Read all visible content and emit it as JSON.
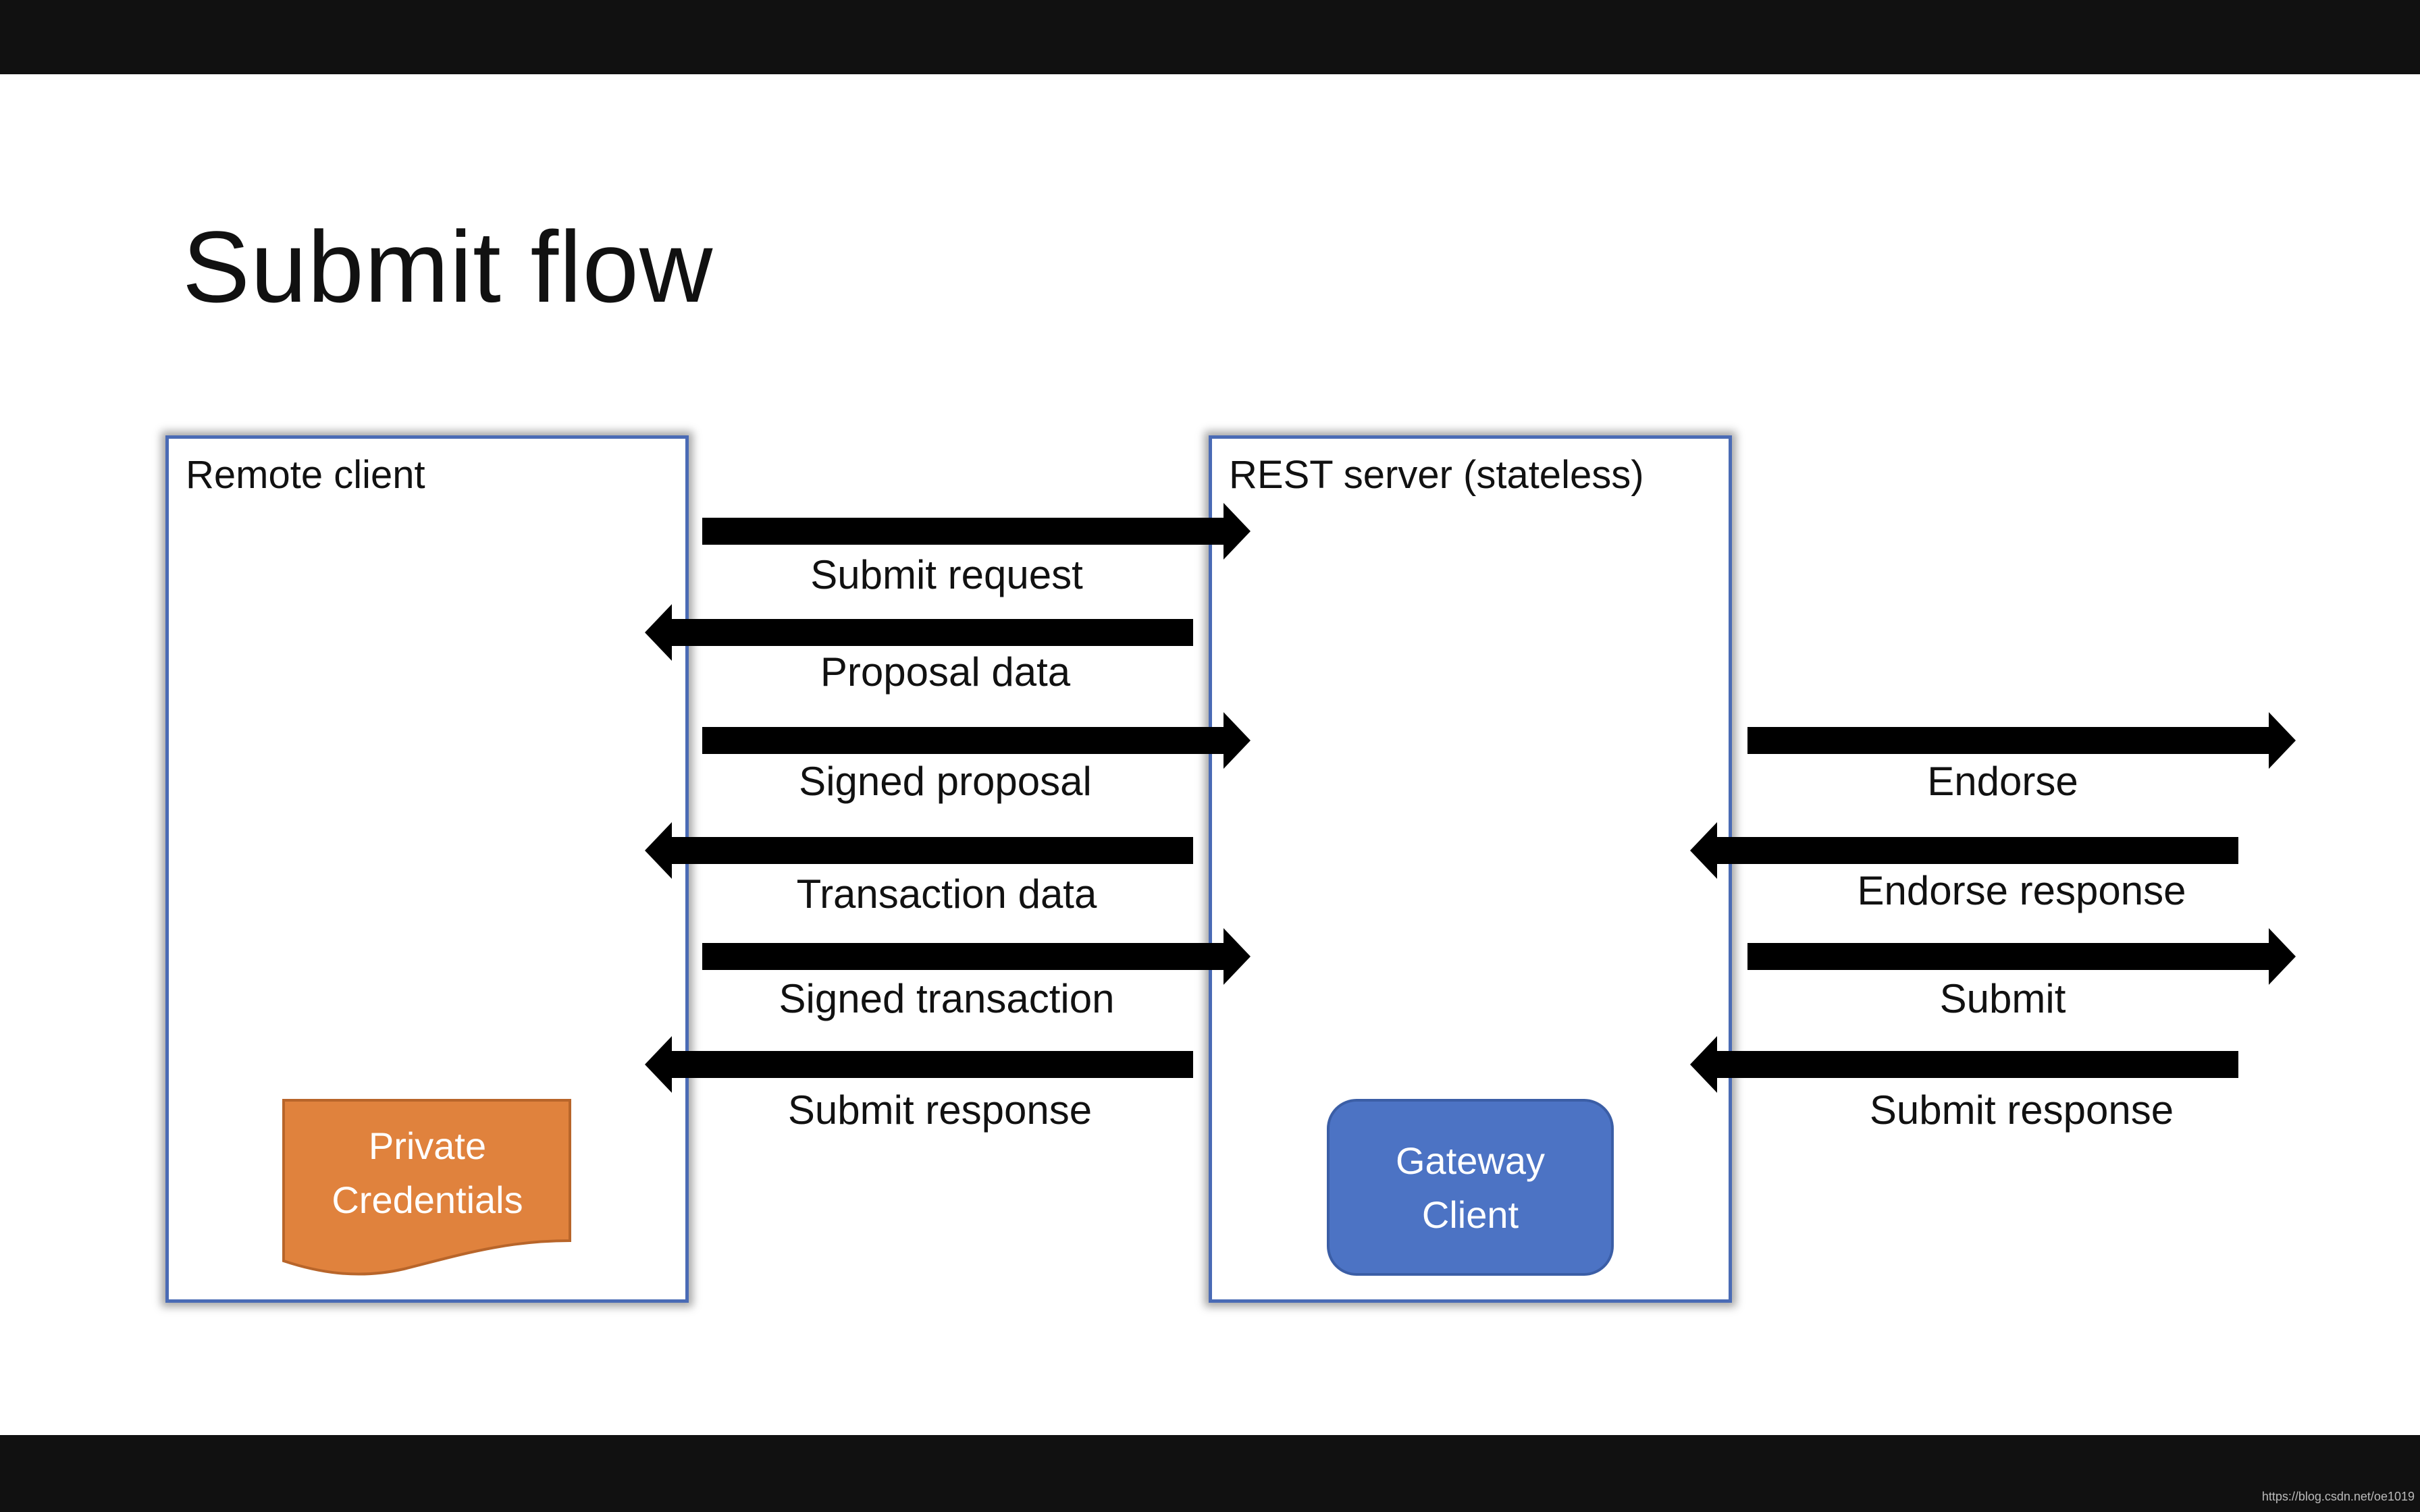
{
  "title": "Submit flow",
  "remote_client": {
    "label": "Remote client",
    "credentials": {
      "line1": "Private",
      "line2": "Credentials"
    }
  },
  "rest_server": {
    "label": "REST server (stateless)",
    "gateway": {
      "line1": "Gateway",
      "line2": "Client"
    }
  },
  "client_flows": [
    {
      "label": "Submit request",
      "direction": "right"
    },
    {
      "label": "Proposal data",
      "direction": "left"
    },
    {
      "label": "Signed proposal",
      "direction": "right"
    },
    {
      "label": "Transaction data",
      "direction": "left"
    },
    {
      "label": "Signed transaction",
      "direction": "right"
    },
    {
      "label": "Submit response",
      "direction": "left"
    }
  ],
  "network_flows": [
    {
      "label": "Endorse",
      "direction": "right"
    },
    {
      "label": "Endorse response",
      "direction": "left"
    },
    {
      "label": "Submit",
      "direction": "right"
    },
    {
      "label": "Submit response",
      "direction": "left"
    }
  ],
  "colors": {
    "box_border": "#4a6bb5",
    "credentials_fill": "#e0823d",
    "gateway_fill": "#4c73c4",
    "arrow": "#000000"
  },
  "watermark": "https://blog.csdn.net/oe1019"
}
